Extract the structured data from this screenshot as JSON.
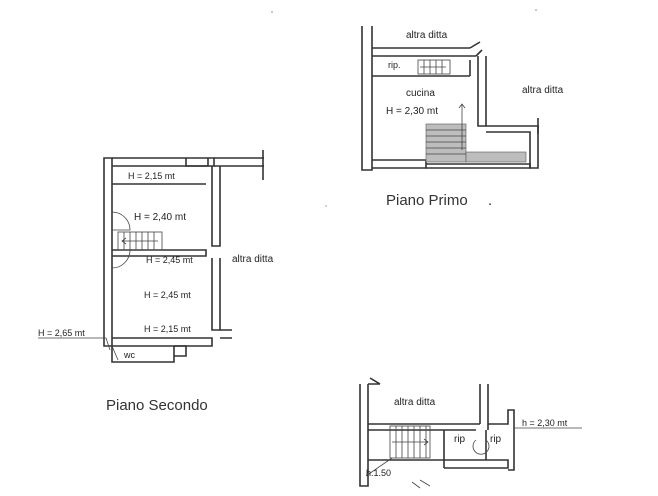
{
  "piano_secondo": {
    "title": "Piano Secondo",
    "heights": [
      "H = 2,15 mt",
      "H = 2,40 mt",
      "H = 2,45 mt",
      "H = 2,45 mt",
      "H = 2,15 mt",
      "H = 2,65 mt"
    ],
    "room_wc": "wc",
    "neighbor": "altra ditta"
  },
  "piano_primo": {
    "title": "Piano Primo",
    "neighbor_top": "altra ditta",
    "neighbor_right": "altra ditta",
    "room_rip": "rip.",
    "room_cucina": "cucina",
    "height": "H = 2,30 mt"
  },
  "piano_terra": {
    "neighbor": "altra ditta",
    "rip_1": "rip",
    "rip_2": "rip",
    "height": "h = 2,30 mt",
    "stair_height": "h.1.50"
  }
}
